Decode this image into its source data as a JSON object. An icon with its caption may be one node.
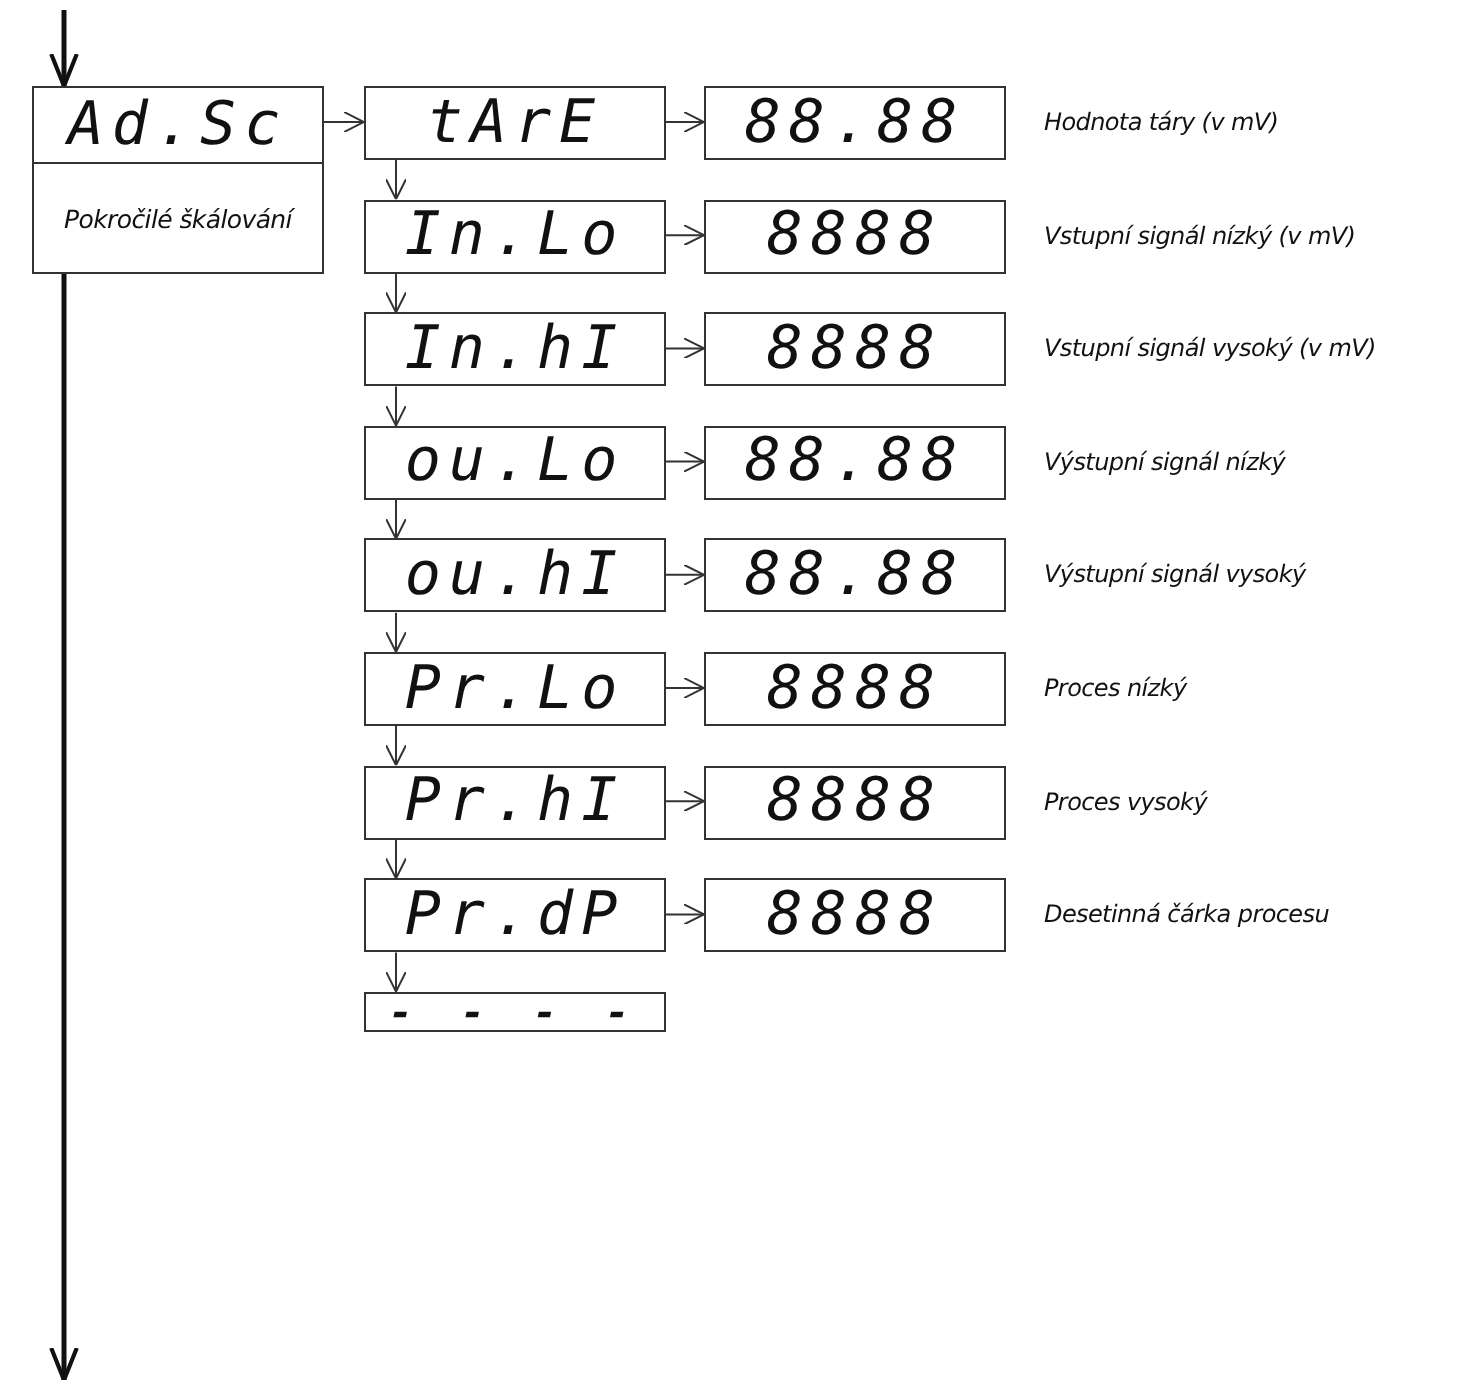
{
  "diagram": {
    "nodes": [
      {
        "text": [
          "Ad.Sc",
          "Pokročilé škálování"
        ]
      },
      {
        "text": [
          "tArE"
        ]
      },
      {
        "text": [
          "88.88"
        ],
        "beside": [
          "Hodnota táry (v mV)"
        ]
      },
      {
        "text": [
          "In.Lo"
        ]
      },
      {
        "text": [
          "8888"
        ],
        "beside": [
          "Vstupní signál nízký (v mV)"
        ]
      },
      {
        "text": [
          "In.hI"
        ]
      },
      {
        "text": [
          "8888"
        ],
        "beside": [
          "Vstupní signál vysoký (v mV)"
        ]
      },
      {
        "text": [
          "ou.Lo"
        ]
      },
      {
        "text": [
          "88.88"
        ],
        "beside": [
          "Výstupní signál nízký"
        ]
      },
      {
        "text": [
          "ou.hI"
        ]
      },
      {
        "text": [
          "88.88"
        ],
        "beside": [
          "Výstupní signál vysoký"
        ]
      },
      {
        "text": [
          "Pr.Lo"
        ]
      },
      {
        "text": [
          "8888"
        ],
        "beside": [
          "Proces nízký"
        ]
      },
      {
        "text": [
          "Pr.hI"
        ]
      },
      {
        "text": [
          "8888"
        ],
        "beside": [
          "Proces vysoký"
        ]
      },
      {
        "text": [
          "Pr.dP"
        ]
      },
      {
        "text": [
          "8888"
        ],
        "beside": [
          "Desetinná čárka procesu"
        ]
      },
      {
        "text": [
          "- - - -"
        ]
      }
    ],
    "edges": [
      {
        "from": null,
        "to": 0,
        "arrow": "to",
        "style": "thick"
      },
      {
        "from": 0,
        "to": null,
        "arrow": "to",
        "style": "thick"
      },
      {
        "from": 0,
        "to": 1,
        "arrow": "to"
      },
      {
        "from": 1,
        "to": 2,
        "arrow": "to"
      },
      {
        "from": 1,
        "to": 3,
        "arrow": "to"
      },
      {
        "from": 3,
        "to": 4,
        "arrow": "to"
      },
      {
        "from": 3,
        "to": 5,
        "arrow": "to"
      },
      {
        "from": 5,
        "to": 6,
        "arrow": "to"
      },
      {
        "from": 5,
        "to": 7,
        "arrow": "to"
      },
      {
        "from": 7,
        "to": 8,
        "arrow": "to"
      },
      {
        "from": 7,
        "to": 9,
        "arrow": "to"
      },
      {
        "from": 9,
        "to": 10,
        "arrow": "to"
      },
      {
        "from": 9,
        "to": 11,
        "arrow": "to"
      },
      {
        "from": 11,
        "to": 12,
        "arrow": "to"
      },
      {
        "from": 11,
        "to": 13,
        "arrow": "to"
      },
      {
        "from": 13,
        "to": 14,
        "arrow": "to"
      },
      {
        "from": 13,
        "to": 15,
        "arrow": "to"
      },
      {
        "from": 15,
        "to": 16,
        "arrow": "to"
      },
      {
        "from": 15,
        "to": 17,
        "arrow": "to"
      }
    ]
  }
}
